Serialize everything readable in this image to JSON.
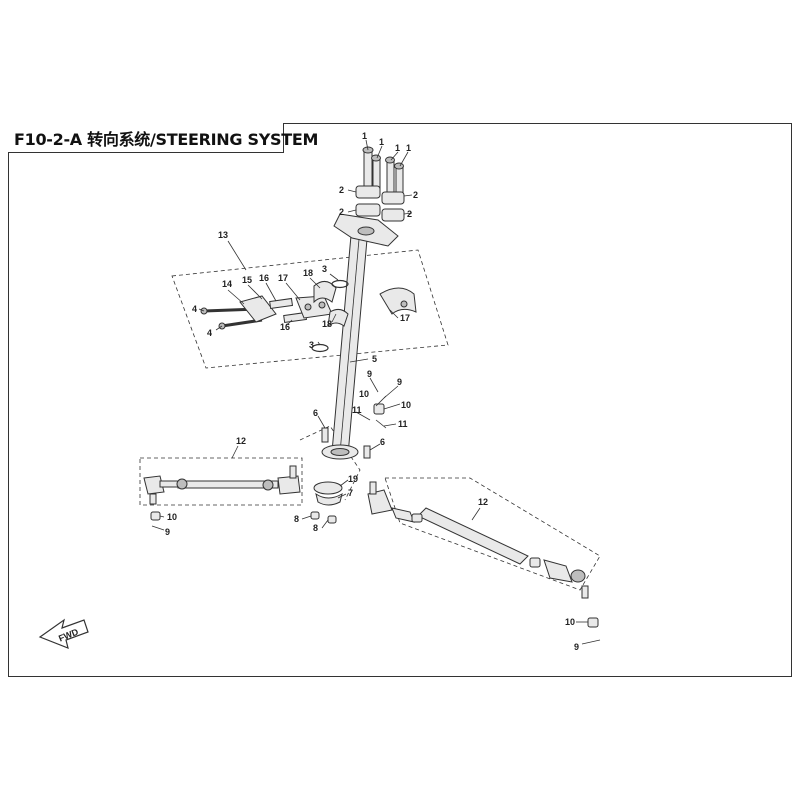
{
  "title": "F10-2-A 转向系统/STEERING SYSTEM",
  "fwd_label": "FWD",
  "callouts": {
    "c1a": "1",
    "c1b": "1",
    "c1c": "1",
    "c1d": "1",
    "c2a": "2",
    "c2b": "2",
    "c2c": "2",
    "c2d": "2",
    "c3a": "3",
    "c3b": "3",
    "c4a": "4",
    "c4b": "4",
    "c5": "5",
    "c6a": "6",
    "c6b": "6",
    "c7": "7",
    "c8a": "8",
    "c8b": "8",
    "c9a": "9",
    "c9b": "9",
    "c9c": "9",
    "c9d": "9",
    "c10a": "10",
    "c10b": "10",
    "c10c": "10",
    "c10d": "10",
    "c11a": "11",
    "c11b": "11",
    "c12a": "12",
    "c12b": "12",
    "c13": "13",
    "c14": "14",
    "c15": "15",
    "c16a": "16",
    "c16b": "16",
    "c17a": "17",
    "c17b": "17",
    "c18a": "18",
    "c18b": "18",
    "c19": "19"
  }
}
